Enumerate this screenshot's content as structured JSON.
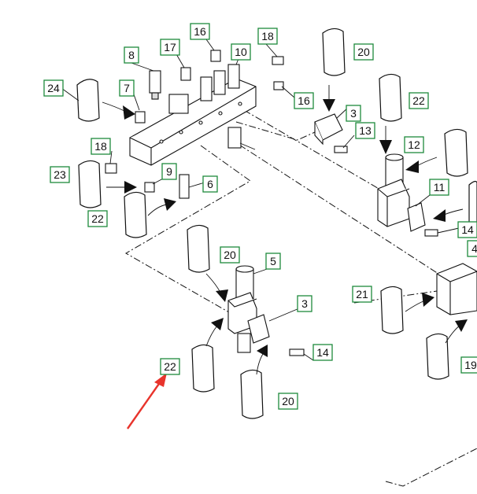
{
  "labels": [
    "24",
    "8",
    "7",
    "17",
    "16",
    "10",
    "18",
    "16",
    "20",
    "3",
    "13",
    "22",
    "12",
    "18",
    "9",
    "6",
    "23",
    "22",
    "11",
    "14",
    "20",
    "5",
    "4",
    "21",
    "3",
    "14",
    "19",
    "22",
    "20"
  ],
  "colors": {
    "label_border": "#1e8a3c",
    "highlight_arrow": "#e8342c",
    "line": "#111111"
  }
}
